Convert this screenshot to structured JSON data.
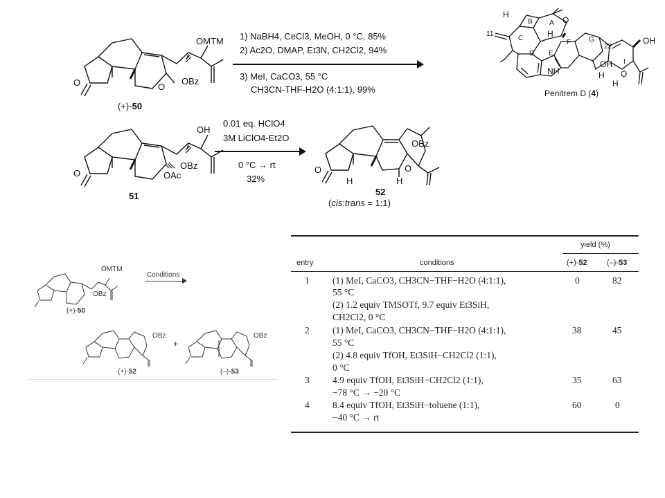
{
  "scheme_top": {
    "compound_50_label": "(+)-",
    "compound_50_num": "50",
    "groups_50": {
      "omtm": "OMTM",
      "obz": "OBz",
      "o": "O"
    },
    "conditions_step1": [
      "1) NaBH4, CeCl3, MeOH, 0 °C, 85%",
      "2) Ac2O, DMAP, Et3N, CH2Cl2, 94%",
      "3) MeI, CaCO3, 55 °C",
      "CH3CN-THF-H2O (4:1:1), 99%"
    ],
    "penitrem_label": "Penitrem D (",
    "penitrem_num": "4",
    "penitrem_close": ")",
    "rings": [
      "A",
      "B",
      "C",
      "D",
      "E",
      "F",
      "G",
      "I"
    ],
    "penitrem_text": {
      "h1": "H",
      "h2": "H",
      "n11": "11",
      "n22": "22",
      "nh": "N",
      "h_nh": "H",
      "oh1": "OH",
      "oh2": "OH",
      "o1": "O",
      "o2": "O",
      "h3": "H",
      "h4": "H"
    },
    "compound_51_num": "51",
    "groups_51": {
      "oh": "OH",
      "obz": "OBz",
      "oac": "OAc",
      "o": "O"
    },
    "conditions_step2": [
      "0.01 eq. HClO4",
      "3M LiClO4-Et2O",
      "0 °C → rt",
      "32%"
    ],
    "compound_52_num": "52",
    "groups_52": {
      "obz": "OBz",
      "o": "O",
      "h1": "H",
      "h2": "H"
    },
    "ratio_open": "(",
    "ratio_cis": "cis",
    "ratio_colon": ":",
    "ratio_trans": "trans",
    "ratio_close": " = 1:1)"
  },
  "scheme_bottom": {
    "arrow_label": "Conditions",
    "start_label": "(+)-",
    "start_num": "50",
    "start_groups": {
      "omtm": "OMTM",
      "obz": "OBz"
    },
    "prod1_label": "(+)-",
    "prod1_num": "52",
    "prod2_label": "(–)-",
    "prod2_num": "53",
    "plus": "+",
    "obz1": "OBz",
    "obz2": "OBz"
  },
  "table": {
    "header_yield": "yield (%)",
    "header_entry": "entry",
    "header_conditions": "conditions",
    "header_c52_prefix": "(+)-",
    "header_c52": "52",
    "header_c53_prefix": "(–)-",
    "header_c53": "53",
    "rows": [
      {
        "entry": "1",
        "lines": [
          "(1) MeI, CaCO3, CH3CN−THF−H2O (4:1:1),",
          "55 °C",
          "(2) 1.2 equiv TMSOTf, 9.7 equiv Et3SiH,",
          "CH2Cl2, 0 °C"
        ],
        "y52": "0",
        "y53": "82"
      },
      {
        "entry": "2",
        "lines": [
          "(1) MeI, CaCO3, CH3CN−THF−H2O (4:1:1),",
          "55 °C",
          "(2) 4.8 equiv TfOH, Et3SiH−CH2Cl2 (1:1),",
          "0 °C"
        ],
        "y52": "38",
        "y53": "45"
      },
      {
        "entry": "3",
        "lines": [
          "4.9 equiv TfOH, Et3SiH−CH2Cl2 (1:1),",
          "−78 °C → −20 °C"
        ],
        "y52": "35",
        "y53": "63"
      },
      {
        "entry": "4",
        "lines": [
          "8.4 equiv TfOH, Et3SiH−toluene (1:1),",
          "−40 °C → rt"
        ],
        "y52": "60",
        "y53": "0"
      }
    ]
  }
}
